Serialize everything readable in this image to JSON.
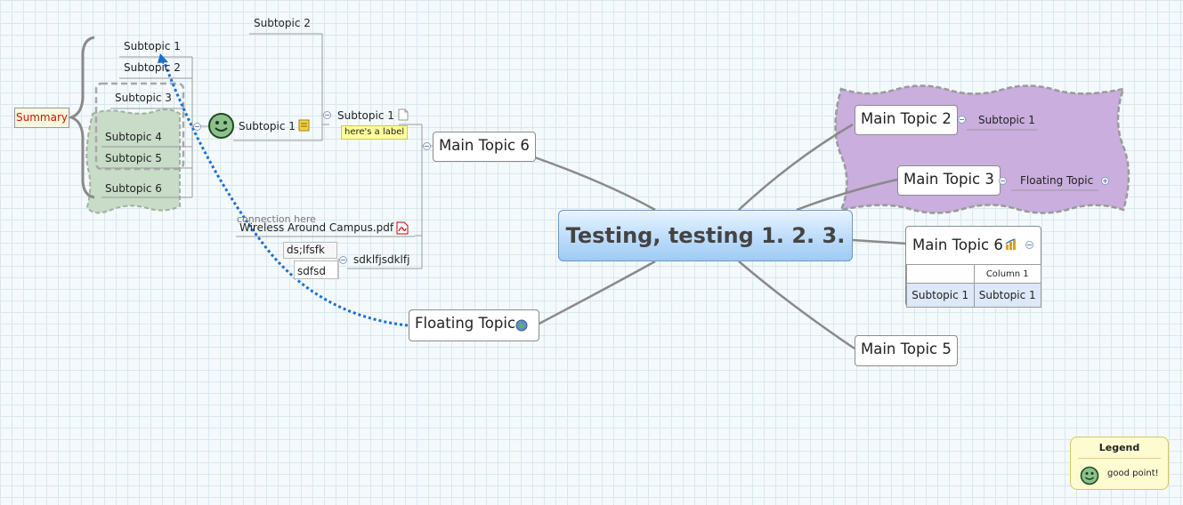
{
  "central_topic": "Testing, testing 1. 2. 3.",
  "main_topics": {
    "mt6_left": "Main Topic 6",
    "floating": "Floating Topic",
    "mt2": "Main Topic 2",
    "mt3": "Main Topic 3",
    "mt6_right": "Main Topic 6",
    "mt5": "Main Topic 5"
  },
  "right_subtopics": {
    "mt2_sub": "Subtopic 1",
    "mt3_floating": "Floating Topic"
  },
  "table": {
    "header": [
      "",
      "Column 1"
    ],
    "row": [
      "Subtopic 1",
      "Subtopic 1"
    ]
  },
  "left_branch": {
    "subtopic1": "Subtopic 1",
    "label": "here's a label",
    "sub2": "Subtopic 2",
    "inner_sub1": "Subtopic 1",
    "attachment": "Wireless Around Campus.pdf",
    "sdk": "sdklfjsdklfj",
    "ds": "ds;lfsfk",
    "sdfsd": "sdfsd",
    "connection": "connection here"
  },
  "far_left": {
    "s1": "Subtopic 1",
    "s2": "Subtopic 2",
    "s3": "Subtopic 3",
    "s4": "Subtopic 4",
    "s5": "Subtopic 5",
    "s6": "Subtopic 6",
    "summary": "Summary"
  },
  "legend": {
    "title": "Legend",
    "item": "good point!"
  },
  "colors": {
    "central_fill": "#bcdcfb",
    "purple_boundary": "#c9aede",
    "green_boundary": "#c8dcc8",
    "relationship": "#1a6fd0",
    "summary_text": "#cc1100",
    "label_fill": "#fffe99",
    "legend_fill": "#fffbd0"
  },
  "icons": [
    "smiley-icon",
    "note-icon",
    "document-icon",
    "pdf-icon",
    "globe-icon",
    "chart-icon",
    "collapse-icon",
    "expand-icon"
  ]
}
